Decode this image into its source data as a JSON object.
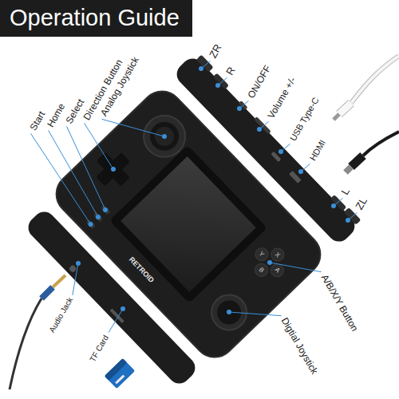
{
  "diagram": {
    "title": "Operation Guide",
    "labels": [
      "ZR",
      "R",
      "ON/OFF",
      "Volume +/-",
      "USB Type-C",
      "HDMI",
      "L",
      "ZL",
      "Analog Joystick",
      "Direction Button",
      "Select",
      "Home",
      "Start",
      "RETROID",
      "Y",
      "X",
      "B",
      "A",
      "A/B/X/Y Button",
      "Digtial Joystick",
      "Audio Jack",
      "TF Card"
    ]
  }
}
